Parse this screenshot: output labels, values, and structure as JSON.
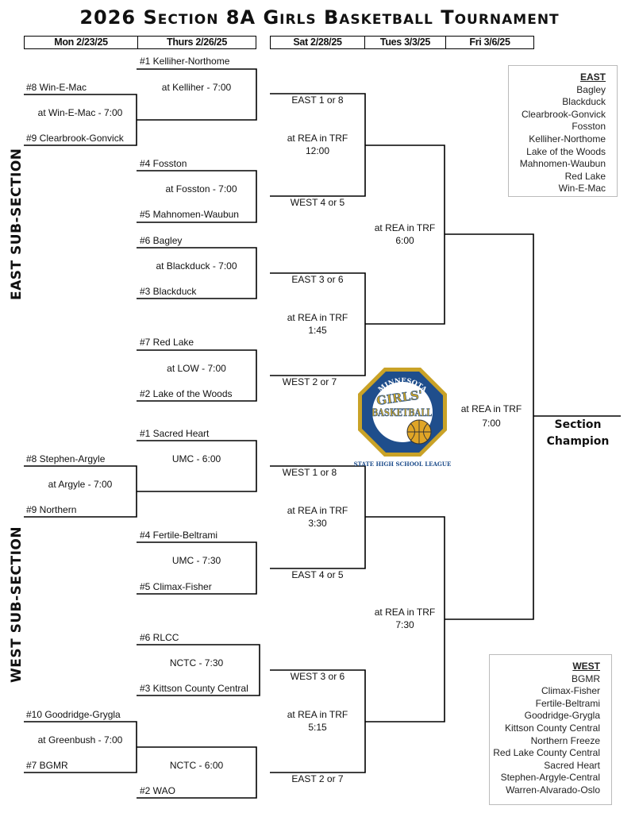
{
  "title": "2026 Section 8A Girls Basketball Tournament",
  "dates": {
    "group1": [
      "Mon 2/23/25",
      "Thurs 2/26/25"
    ],
    "group2": [
      "Sat 2/28/25",
      "Tues 3/3/25",
      "Fri 3/6/25"
    ]
  },
  "subsections": {
    "east": "EAST SUB-SECTION",
    "west": "WEST SUB-SECTION"
  },
  "round1": [
    {
      "top": "#8 Win-E-Mac",
      "site": "at Win-E-Mac - 7:00",
      "bottom": "#9 Clearbrook-Gonvick"
    },
    {
      "top": "#8 Stephen-Argyle",
      "site": "at Argyle - 7:00",
      "bottom": "#9 Northern"
    },
    {
      "top": "#10 Goodridge-Grygla",
      "site": "at Greenbush - 7:00",
      "bottom": "#7 BGMR"
    }
  ],
  "round2": [
    {
      "top": "#1 Kelliher-Northome",
      "site": "at Kelliher - 7:00",
      "bottom": ""
    },
    {
      "top": "#4 Fosston",
      "site": "at Fosston - 7:00",
      "bottom": "#5 Mahnomen-Waubun"
    },
    {
      "top": "#6 Bagley",
      "site": "at Blackduck - 7:00",
      "bottom": "#3 Blackduck"
    },
    {
      "top": "#7 Red Lake",
      "site": "at LOW - 7:00",
      "bottom": "#2 Lake of the Woods"
    },
    {
      "top": "#1 Sacred Heart",
      "site": "UMC - 6:00",
      "bottom": ""
    },
    {
      "top": "#4 Fertile-Beltrami",
      "site": "UMC - 7:30",
      "bottom": "#5 Climax-Fisher"
    },
    {
      "top": "#6 RLCC",
      "site": "NCTC - 7:30",
      "bottom": "#3 Kittson County Central"
    },
    {
      "top": "",
      "site": "NCTC - 6:00",
      "bottom": "#2 WAO"
    }
  ],
  "quarterfinals": [
    {
      "top": "EAST 1 or 8",
      "site": "at REA in TRF",
      "time": "12:00",
      "bottom": "WEST 4 or 5"
    },
    {
      "top": "EAST 3 or 6",
      "site": "at REA in TRF",
      "time": "1:45",
      "bottom": "WEST 2 or 7"
    },
    {
      "top": "WEST 1 or 8",
      "site": "at REA in TRF",
      "time": "3:30",
      "bottom": "EAST 4 or 5"
    },
    {
      "top": "WEST 3 or 6",
      "site": "at REA in TRF",
      "time": "5:15",
      "bottom": "EAST 2 or 7"
    }
  ],
  "semifinals": [
    {
      "site": "at REA in TRF",
      "time": "6:00"
    },
    {
      "site": "at REA in TRF",
      "time": "7:30"
    }
  ],
  "final": {
    "site": "at REA in TRF",
    "time": "7:00"
  },
  "champion": {
    "line1": "Section",
    "line2": "Champion"
  },
  "legend_east": {
    "heading": "EAST",
    "teams": [
      "Bagley",
      "Blackduck",
      "Clearbrook-Gonvick",
      "Fosston",
      "Kelliher-Northome",
      "Lake of the Woods",
      "Mahnomen-Waubun",
      "Red Lake",
      "Win-E-Mac"
    ]
  },
  "legend_west": {
    "heading": "WEST",
    "teams": [
      "BGMR",
      "Climax-Fisher",
      "Fertile-Beltrami",
      "Goodridge-Grygla",
      "Kittson County Central",
      "Northern Freeze",
      "Red Lake County Central",
      "Sacred Heart",
      "Stephen-Argyle-Central",
      "Warren-Alvarado-Oslo"
    ]
  },
  "logo": {
    "text_top": "MINNESOTA",
    "text_mid1": "GIRLS'",
    "text_mid2": "BASKETBALL",
    "text_bottom": "STATE HIGH SCHOOL LEAGUE",
    "colors": {
      "blue": "#1f4e8c",
      "gold": "#c9a227",
      "ball": "#e0a526"
    }
  }
}
